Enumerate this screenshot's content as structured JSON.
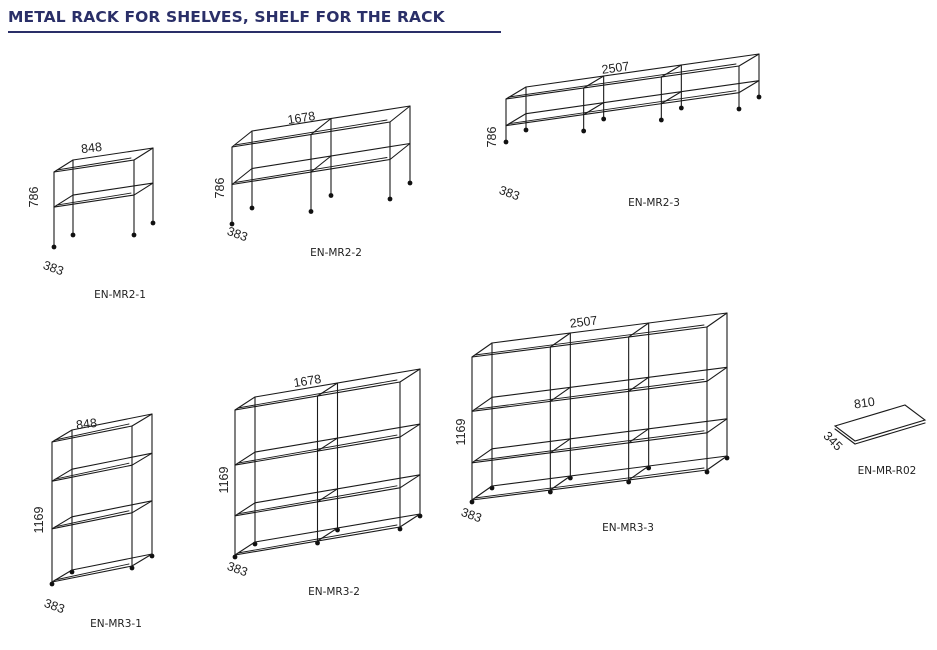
{
  "title": "METAL RACK FOR SHELVES, SHELF FOR THE RACK",
  "products": [
    {
      "code": "EN-MR2-1",
      "bays": 1,
      "levels": 2,
      "width": "848",
      "height": "786",
      "depth": "383"
    },
    {
      "code": "EN-MR2-2",
      "bays": 2,
      "levels": 2,
      "width": "1678",
      "height": "786",
      "depth": "383"
    },
    {
      "code": "EN-MR2-3",
      "bays": 3,
      "levels": 2,
      "width": "2507",
      "height": "786",
      "depth": "383"
    },
    {
      "code": "EN-MR3-1",
      "bays": 1,
      "levels": 3,
      "width": "848",
      "height": "1169",
      "depth": "383"
    },
    {
      "code": "EN-MR3-2",
      "bays": 2,
      "levels": 3,
      "width": "1678",
      "height": "1169",
      "depth": "383"
    },
    {
      "code": "EN-MR3-3",
      "bays": 3,
      "levels": 3,
      "width": "2507",
      "height": "1169",
      "depth": "383"
    },
    {
      "code": "EN-MR-R02",
      "bays": 0,
      "levels": 0,
      "width": "810",
      "height": "",
      "depth": "345"
    }
  ]
}
